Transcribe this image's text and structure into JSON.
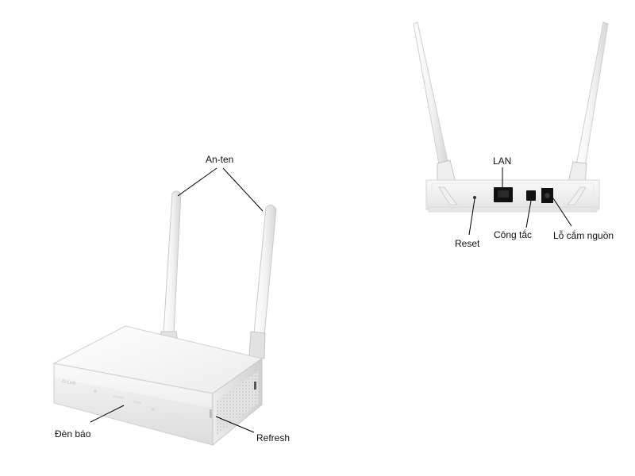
{
  "labels": {
    "antenna": "An-ten",
    "indicator": "Đèn báo",
    "refresh": "Refresh",
    "lan": "LAN",
    "reset": "Reset",
    "switch": "Công tắc",
    "power_jack": "Lỗ cắm nguồn"
  },
  "device_logo": "D-Link",
  "colors": {
    "device_body": "#f2f2f2",
    "device_shadow": "#d9d9d9",
    "port_dark": "#111111",
    "leader_line": "#000000"
  }
}
